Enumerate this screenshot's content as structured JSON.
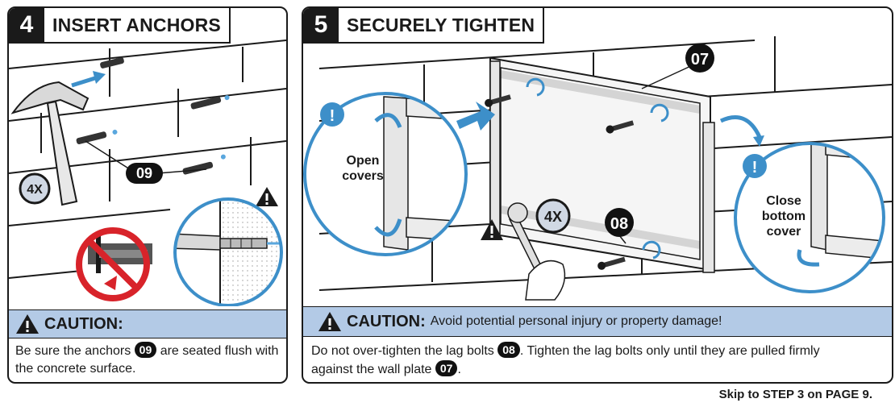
{
  "step4": {
    "number": "4",
    "title": "INSERT ANCHORS",
    "multiplier_label": "4X",
    "part_label": "09",
    "caution_word": "CAUTION:",
    "caution_pre": "Be sure the anchors",
    "caution_badge": "09",
    "caution_post": "are seated flush with the concrete surface."
  },
  "step5": {
    "number": "5",
    "title": "SECURELY TIGHTEN",
    "part_label_top": "07",
    "part_label_bottom": "08",
    "multiplier_label": "4X",
    "left_callout": "Open covers",
    "right_callout": "Close bottom cover",
    "caution_word": "CAUTION:",
    "caution_message": "Avoid potential personal injury or property damage!",
    "caution_text_1": "Do not over-tighten the lag bolts",
    "caution_badge_1": "08",
    "caution_text_2": ". Tighten the lag bolts only until they are pulled firmly against the wall plate",
    "caution_badge_2": "07",
    "caution_text_3": "."
  },
  "footer": {
    "text": "Skip to STEP 3 on PAGE 9."
  },
  "colors": {
    "callout_blue": "#3d8fc9",
    "caution_bar": "#b3cae6",
    "no_red": "#d8232a",
    "ink": "#1a1a1a"
  }
}
